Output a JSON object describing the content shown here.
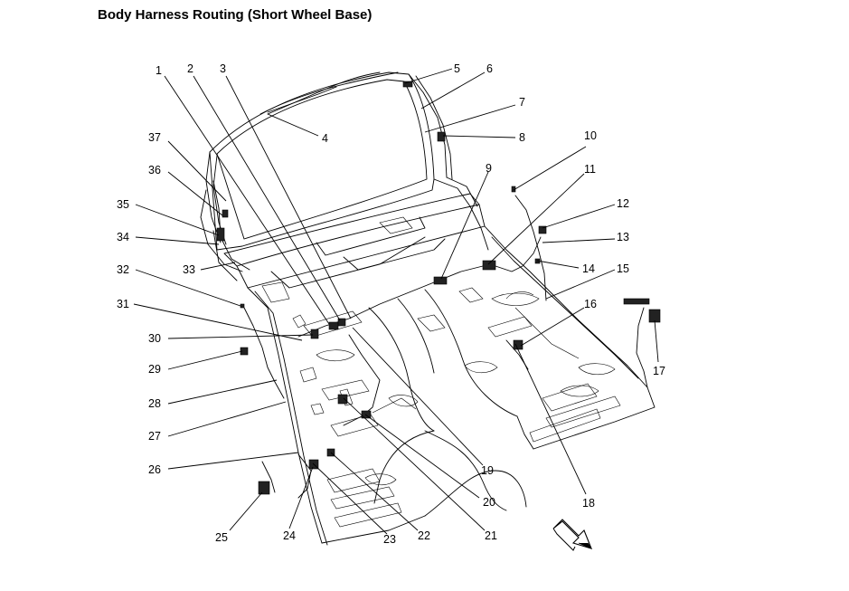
{
  "title": "Body Harness Routing (Short Wheel Base)",
  "callouts": [
    {
      "id": "callout-1",
      "label": "1"
    },
    {
      "id": "callout-2",
      "label": "2"
    },
    {
      "id": "callout-3",
      "label": "3"
    },
    {
      "id": "callout-4",
      "label": "4"
    },
    {
      "id": "callout-5",
      "label": "5"
    },
    {
      "id": "callout-6",
      "label": "6"
    },
    {
      "id": "callout-7",
      "label": "7"
    },
    {
      "id": "callout-8",
      "label": "8"
    },
    {
      "id": "callout-9",
      "label": "9"
    },
    {
      "id": "callout-10",
      "label": "10"
    },
    {
      "id": "callout-11",
      "label": "11"
    },
    {
      "id": "callout-12",
      "label": "12"
    },
    {
      "id": "callout-13",
      "label": "13"
    },
    {
      "id": "callout-14",
      "label": "14"
    },
    {
      "id": "callout-15",
      "label": "15"
    },
    {
      "id": "callout-16",
      "label": "16"
    },
    {
      "id": "callout-17",
      "label": "17"
    },
    {
      "id": "callout-18",
      "label": "18"
    },
    {
      "id": "callout-19",
      "label": "19"
    },
    {
      "id": "callout-20",
      "label": "20"
    },
    {
      "id": "callout-21",
      "label": "21"
    },
    {
      "id": "callout-22",
      "label": "22"
    },
    {
      "id": "callout-23",
      "label": "23"
    },
    {
      "id": "callout-24",
      "label": "24"
    },
    {
      "id": "callout-25",
      "label": "25"
    },
    {
      "id": "callout-26",
      "label": "26"
    },
    {
      "id": "callout-27",
      "label": "27"
    },
    {
      "id": "callout-28",
      "label": "28"
    },
    {
      "id": "callout-29",
      "label": "29"
    },
    {
      "id": "callout-30",
      "label": "30"
    },
    {
      "id": "callout-31",
      "label": "31"
    },
    {
      "id": "callout-32",
      "label": "32"
    },
    {
      "id": "callout-33",
      "label": "33"
    },
    {
      "id": "callout-34",
      "label": "34"
    },
    {
      "id": "callout-35",
      "label": "35"
    },
    {
      "id": "callout-36",
      "label": "36"
    },
    {
      "id": "callout-37",
      "label": "37"
    }
  ],
  "line_color": "#000000",
  "background_color": "#ffffff",
  "orientation_icon": "front-arrow-icon"
}
